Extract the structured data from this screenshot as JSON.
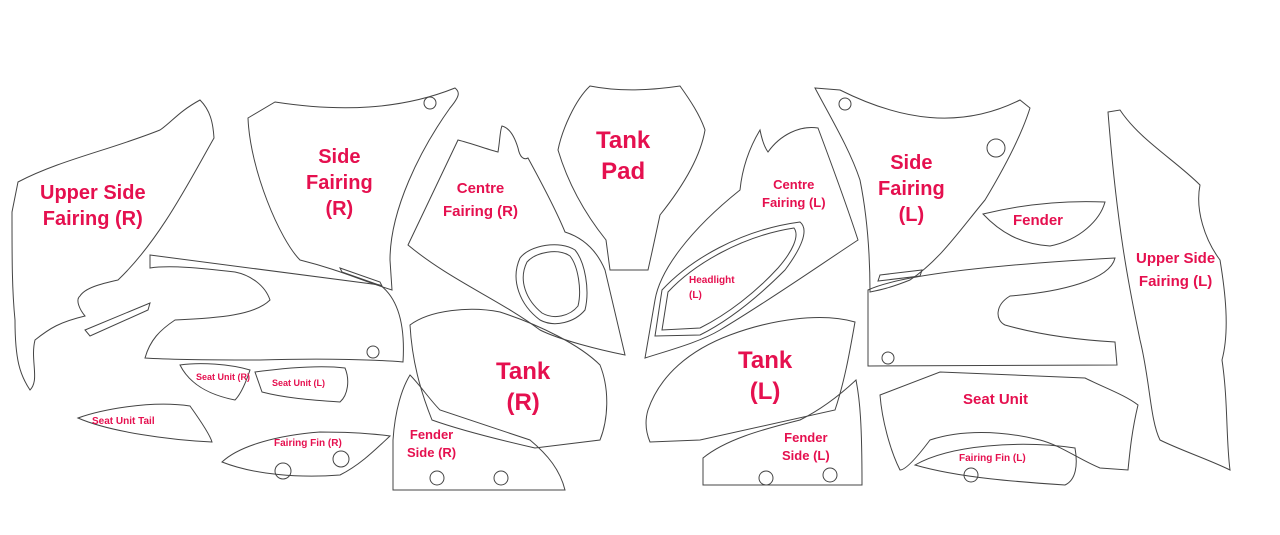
{
  "colors": {
    "label": "#e5104f",
    "outline": "#444444",
    "background": "#ffffff"
  },
  "labels": {
    "upper_side_fairing_r": [
      "Upper Side",
      "Fairing (R)"
    ],
    "side_fairing_r": [
      "Side",
      "Fairing",
      "(R)"
    ],
    "centre_fairing_r": [
      "Centre",
      "Fairing (R)"
    ],
    "tank_pad": [
      "Tank",
      "Pad"
    ],
    "centre_fairing_l": [
      "Centre",
      "Fairing (L)"
    ],
    "side_fairing_l": [
      "Side",
      "Fairing",
      "(L)"
    ],
    "fender": "Fender",
    "upper_side_fairing_l": [
      "Upper Side",
      "Fairing (L)"
    ],
    "headlight_l": [
      "Headlight",
      "(L)"
    ],
    "tank_r": [
      "Tank",
      "(R)"
    ],
    "tank_l": [
      "Tank",
      "(L)"
    ],
    "seat_unit_r": "Seat Unit (R)",
    "seat_unit_l": "Seat Unit (L)",
    "seat_unit_tail": "Seat Unit Tail",
    "fairing_fin_r": "Fairing Fin (R)",
    "fender_side_r": [
      "Fender",
      "Side (R)"
    ],
    "fender_side_l": [
      "Fender",
      "Side (L)"
    ],
    "seat_unit": "Seat Unit",
    "fairing_fin_l": "Fairing Fin (L)"
  }
}
